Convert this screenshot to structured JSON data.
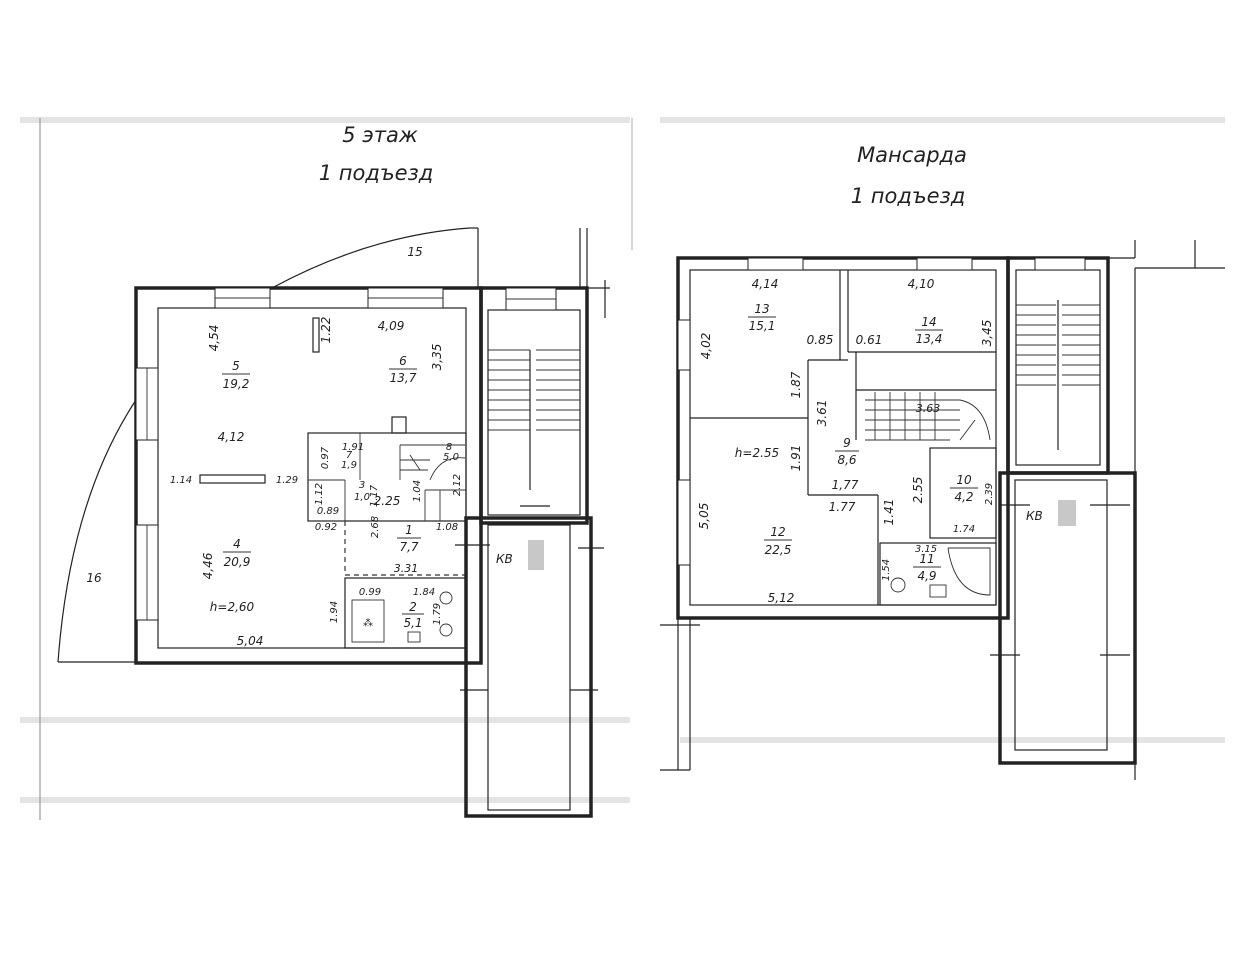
{
  "floor5": {
    "title_line1": "5 этаж",
    "title_line2": "1 подъезд",
    "rooms": [
      {
        "num": "1",
        "area": "7,7"
      },
      {
        "num": "2",
        "area": "5,1"
      },
      {
        "num": "3",
        "area": "1,0"
      },
      {
        "num": "4",
        "area": "20,9"
      },
      {
        "num": "5",
        "area": "19,2"
      },
      {
        "num": "6",
        "area": "13,7"
      },
      {
        "num": "7",
        "area": "1,9"
      },
      {
        "num": "8",
        "area": "5,0"
      }
    ],
    "balcony_labels": [
      "15",
      "16"
    ],
    "height": "h=2,60",
    "dims": [
      "4,54",
      "1.22",
      "4,09",
      "3,35",
      "4,12",
      "1.91",
      "0.97",
      "1.14",
      "1.29",
      "1.12",
      "0.89",
      "1.17",
      "0.92",
      "2.25",
      "1.04",
      "2.12",
      "2.68",
      "1.08",
      "4,46",
      "3.31",
      "0.99",
      "1.84",
      "1.79",
      "1.94",
      "5,04"
    ],
    "kv_label": "КВ"
  },
  "attic": {
    "title_line1": "Мансарда",
    "title_line2": "1 подъезд",
    "rooms": [
      {
        "num": "9",
        "area": "8,6"
      },
      {
        "num": "10",
        "area": "4,2"
      },
      {
        "num": "11",
        "area": "4,9"
      },
      {
        "num": "12",
        "area": "22,5"
      },
      {
        "num": "13",
        "area": "15,1"
      },
      {
        "num": "14",
        "area": "13,4"
      }
    ],
    "height": "h=2.55",
    "dims": [
      "4,14",
      "4,10",
      "4,02",
      "3,45",
      "0.85",
      "0.61",
      "1.87",
      "3.61",
      "3.63",
      "1.91",
      "1,77",
      "1.77",
      "2.55",
      "2.39",
      "1.74",
      "5,05",
      "1.41",
      "3.15",
      "1.54",
      "5,12"
    ],
    "kv_label": "КВ"
  }
}
